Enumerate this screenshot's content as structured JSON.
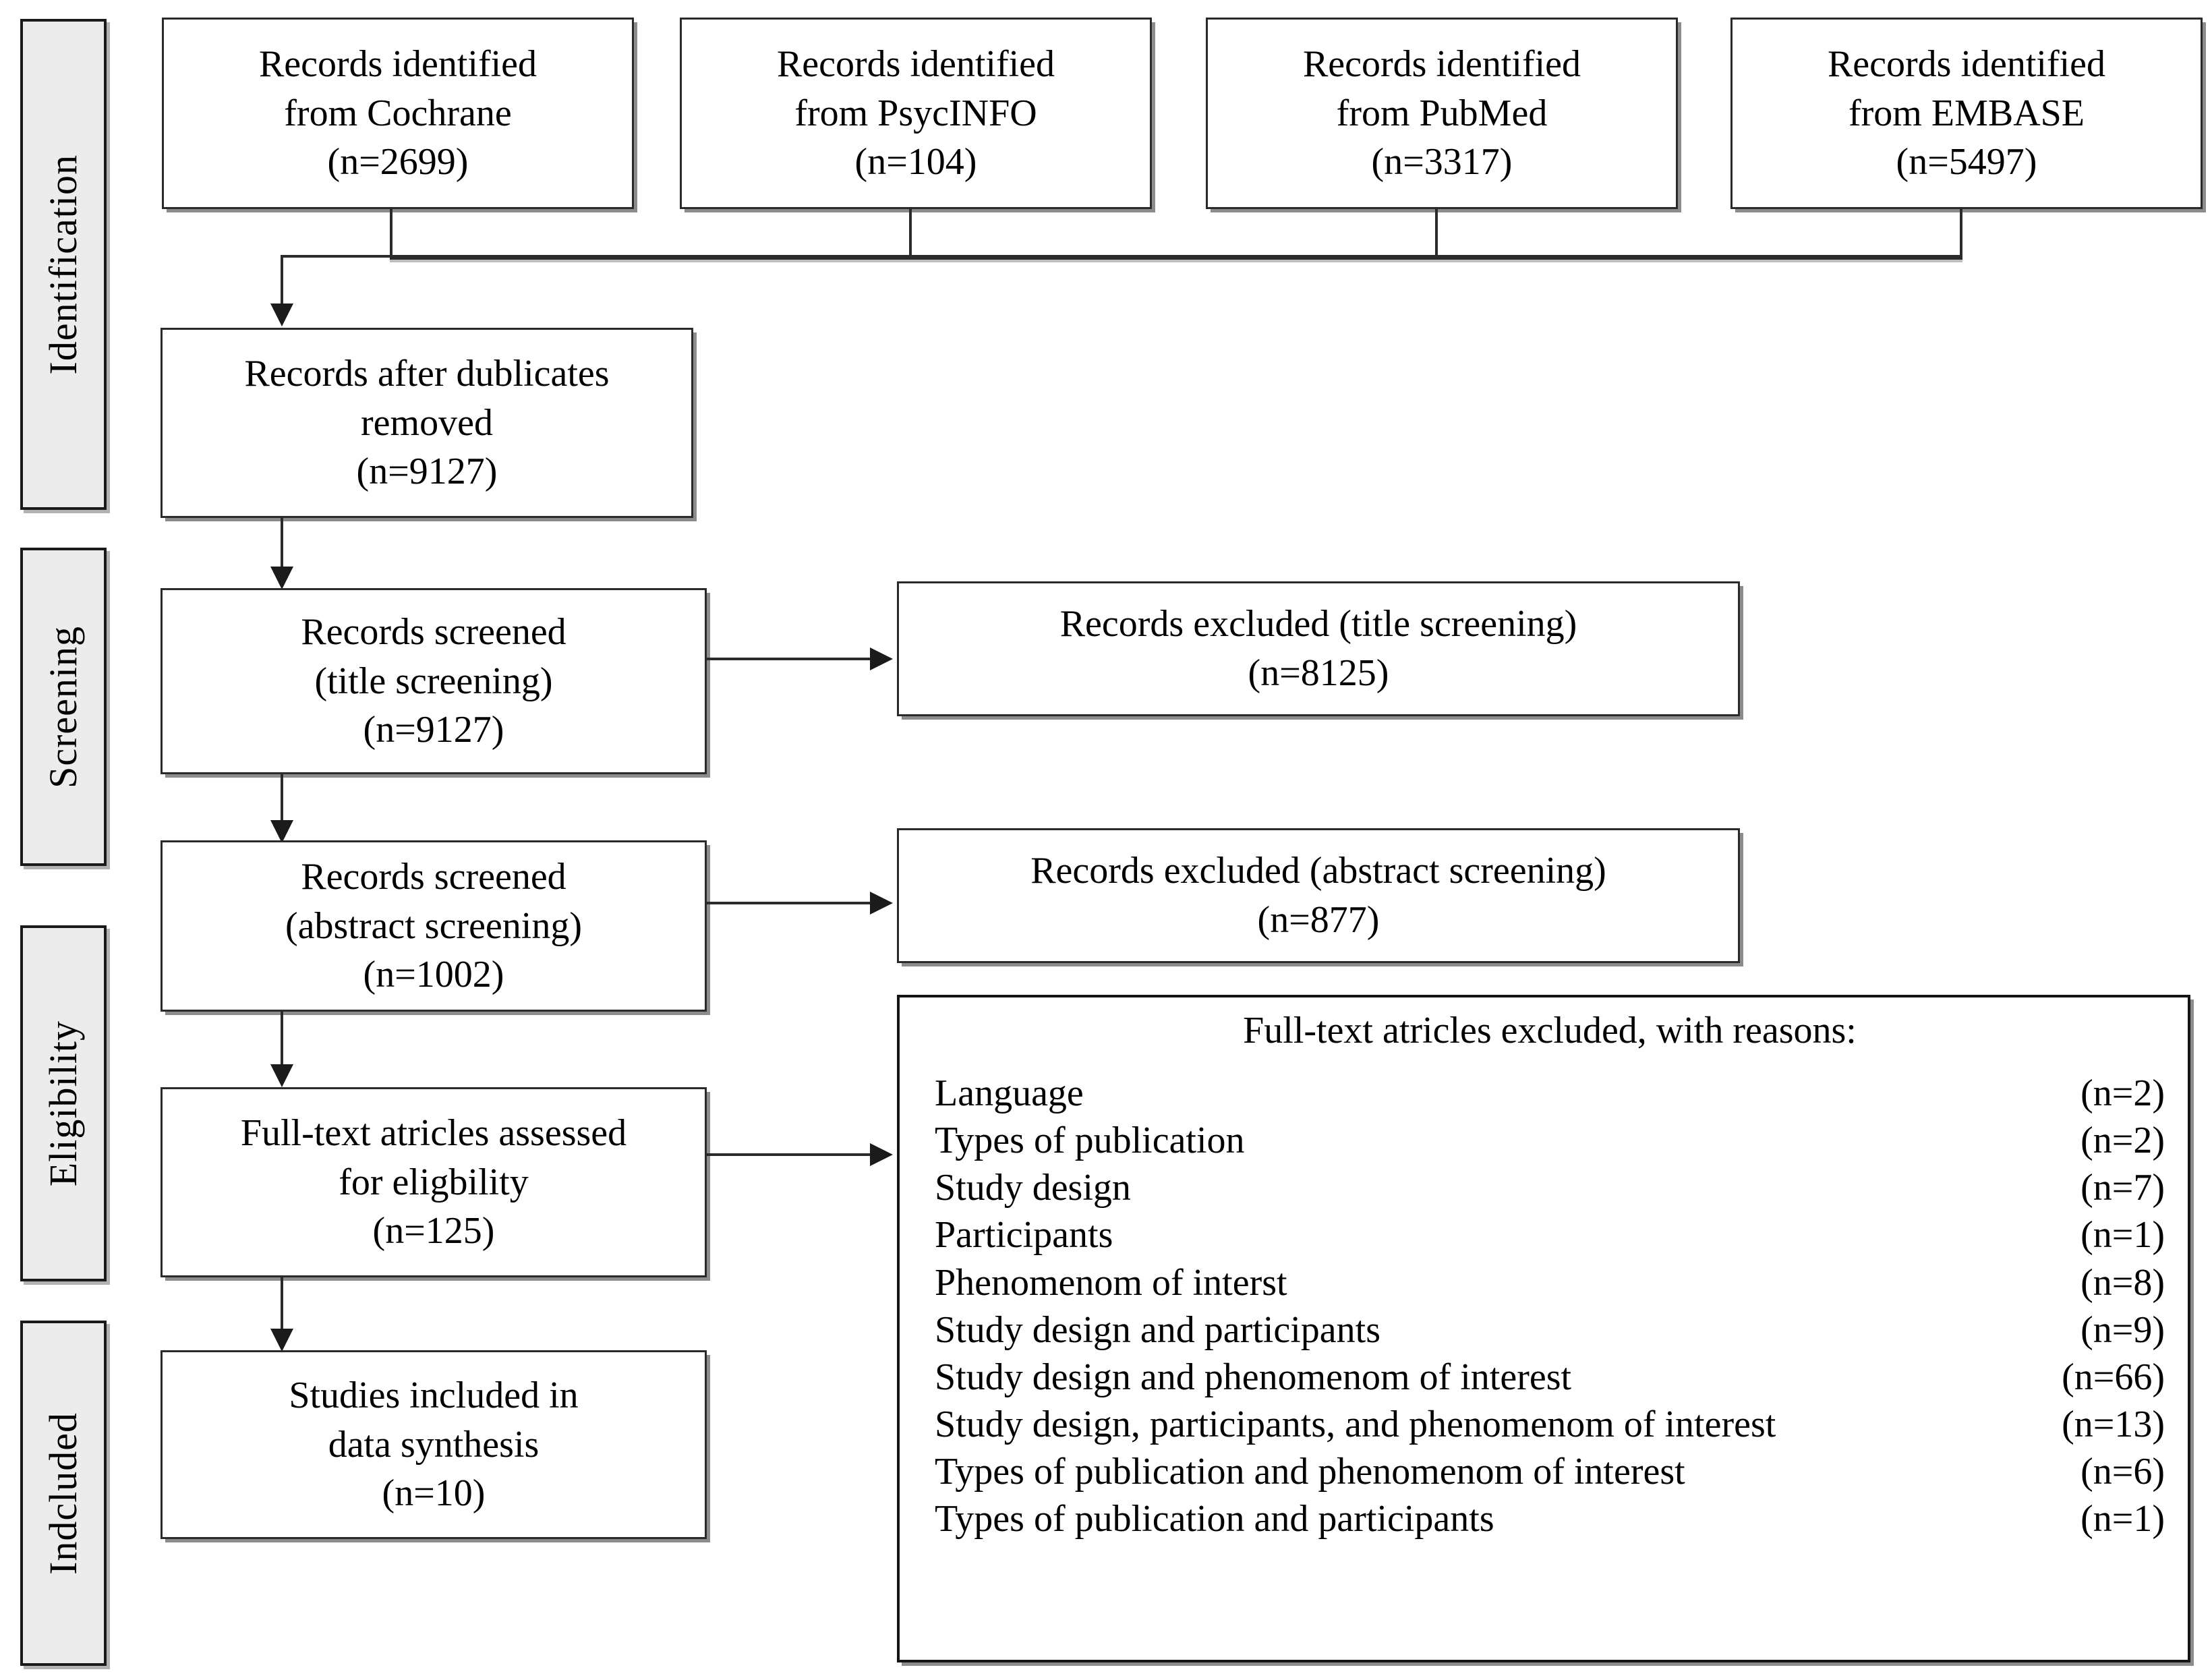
{
  "diagram": {
    "title": "PRISMA study selection flow diagram",
    "type": "flowchart"
  },
  "stages": [
    {
      "label": "Identification"
    },
    {
      "label": "Screening"
    },
    {
      "label": "Eligibility"
    },
    {
      "label": "Indcluded"
    }
  ],
  "sources": [
    {
      "line1": "Records identified",
      "line2": "from Cochrane",
      "count": "(n=2699)"
    },
    {
      "line1": "Records identified",
      "line2": "from PsycINFO",
      "count": "(n=104)"
    },
    {
      "line1": "Records identified",
      "line2": "from PubMed",
      "count": "(n=3317)"
    },
    {
      "line1": "Records identified",
      "line2": "from EMBASE",
      "count": "(n=5497)"
    }
  ],
  "nodes": {
    "duplicates": {
      "line1": "Records after  dublicates",
      "line2": "removed",
      "count": "(n=9127)"
    },
    "title_screened": {
      "line1": "Records screened",
      "line2": "(title  screening)",
      "count": "(n=9127)"
    },
    "title_excluded": {
      "line1": "Records excluded  (title  screening)",
      "count": "(n=8125)"
    },
    "abstract_screened": {
      "line1": "Records screened",
      "line2": "(abstract  screening)",
      "count": "(n=1002)"
    },
    "abstract_excluded": {
      "line1": "Records excluded  (abstract  screening)",
      "count": "(n=877)"
    },
    "fulltext_assessed": {
      "line1": "Full-text  atricles  assessed",
      "line2": "for eligbility",
      "count": "(n=125)"
    },
    "included": {
      "line1": "Studies  included  in",
      "line2": "data synthesis",
      "count": "(n=10)"
    }
  },
  "exclusions": {
    "title": "Full-text  atricles  excluded, with reasons:",
    "rows": [
      {
        "reason": "Language",
        "count": "(n=2)"
      },
      {
        "reason": "Types of publication",
        "count": "(n=2)"
      },
      {
        "reason": "Study design",
        "count": "(n=7)"
      },
      {
        "reason": "Participants",
        "count": "(n=1)"
      },
      {
        "reason": "Phenomenom  of interst",
        "count": "(n=8)"
      },
      {
        "reason": "Study design  and participants",
        "count": "(n=9)"
      },
      {
        "reason": "Study design  and phenomenom  of interest",
        "count": "(n=66)"
      },
      {
        "reason": "Study design,  participants,  and phenomenom  of interest",
        "count": "(n=13)"
      },
      {
        "reason": "Types of publication  and phenomenom  of interest",
        "count": "(n=6)"
      },
      {
        "reason": "Types of publication  and participants",
        "count": "(n=1)"
      }
    ]
  },
  "colors": {
    "stage_fill": "#ececec",
    "stroke": "#1a1a1a",
    "node_fill": "#ffffff",
    "page_bg": "#ffffff"
  }
}
